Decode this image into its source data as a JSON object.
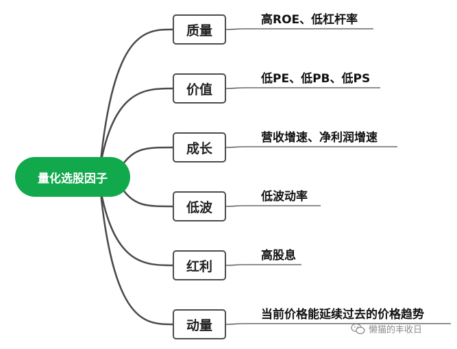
{
  "root": {
    "label": "量化选股因子"
  },
  "branches": [
    {
      "label": "质量",
      "leaf": "高ROE、低杠杆率"
    },
    {
      "label": "价值",
      "leaf": "低PE、低PB、低PS"
    },
    {
      "label": "成长",
      "leaf": "营收增速、净利润增速"
    },
    {
      "label": "低波",
      "leaf": "低波动率"
    },
    {
      "label": "红利",
      "leaf": "高股息"
    },
    {
      "label": "动量",
      "leaf": "当前价格能延续过去的价格趋势"
    }
  ],
  "watermark": {
    "text": "懒猫的丰收日",
    "icon": "wechat-icon"
  },
  "colors": {
    "root_fill": "#12a84c",
    "line": "#4a4a4a"
  }
}
